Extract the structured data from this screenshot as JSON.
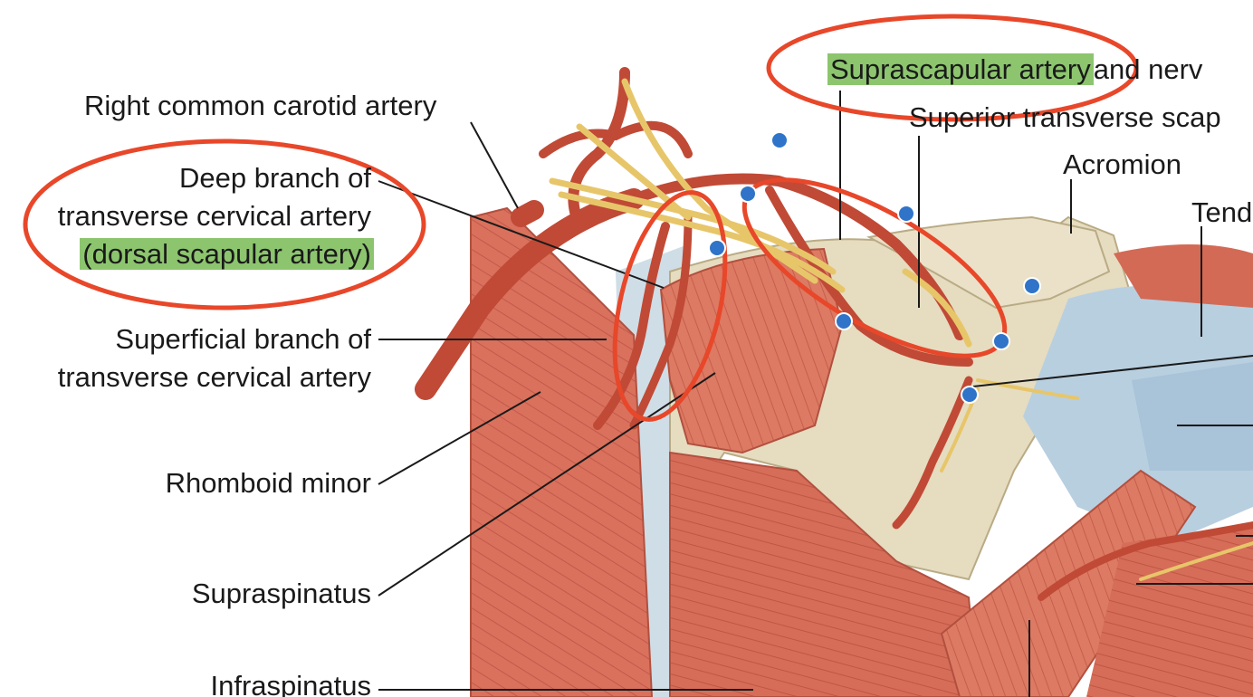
{
  "labels": {
    "right_common_carotid": "Right common carotid artery",
    "deep_branch_line1": "Deep branch of",
    "deep_branch_line2": "transverse cervical artery",
    "deep_branch_line3": "(dorsal scapular artery)",
    "superficial_branch_line1": "Superficial branch of",
    "superficial_branch_line2": "transverse cervical artery",
    "rhomboid_minor": "Rhomboid minor",
    "supraspinatus": "Supraspinatus",
    "infraspinatus": "Infraspinatus",
    "suprascapular_artery": "Suprascapular artery",
    "and_nerve": "and nerv",
    "superior_transverse": "Superior transverse scap",
    "acromion": "Acromion",
    "tendon": "Tend"
  },
  "colors": {
    "highlight": "#8cc56e",
    "annotation_circle": "#e8472a",
    "annotation_dot": "#2f74c8",
    "muscle": "#d9715d",
    "bone": "#e6dcc0",
    "artery": "#c04a36",
    "nerve": "#e7c66a",
    "ligament": "#b8cfe0"
  }
}
